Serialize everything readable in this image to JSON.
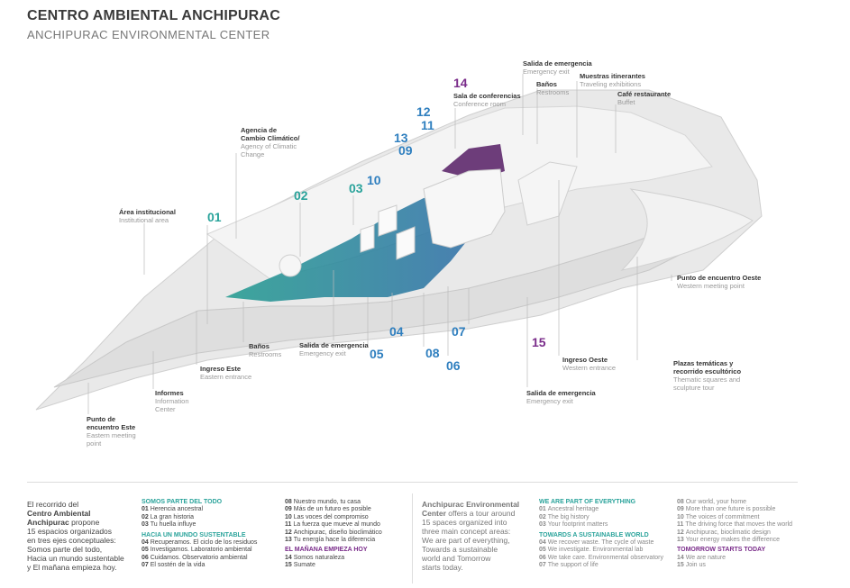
{
  "header": {
    "title": "CENTRO AMBIENTAL ANCHIPURAC",
    "subtitle": "ANCHIPURAC ENVIRONMENTAL CENTER"
  },
  "colors": {
    "teal": "#2aa39b",
    "blue": "#2f7fbf",
    "purple": "#7a2c8a"
  },
  "labels": {
    "emergency_top": {
      "es": "Salida de emergencia",
      "en": "Emergency exit"
    },
    "conference": {
      "es": "Sala de conferencias",
      "en": "Conference room"
    },
    "restrooms_top": {
      "es": "Baños",
      "en": "Restrooms"
    },
    "exhibitions": {
      "es": "Muestras itinerantes",
      "en": "Traveling exhibitions"
    },
    "cafe": {
      "es": "Café restaurante",
      "en": "Buffet"
    },
    "climate": {
      "es1": "Agencia de",
      "es2": "Cambio Climático/",
      "en1": "Agency of Climatic",
      "en2": "Change"
    },
    "institutional": {
      "es": "Área institucional",
      "en": "Institutional area"
    },
    "west_meeting": {
      "es": "Punto de encuentro Oeste",
      "en": "Western meeting point"
    },
    "restrooms_bottom": {
      "es": "Baños",
      "en": "Restrooms"
    },
    "emergency_mid": {
      "es": "Salida de emergencia",
      "en": "Emergency exit"
    },
    "east_entrance": {
      "es": "Ingreso Este",
      "en": "Eastern entrance"
    },
    "info": {
      "es": "Informes",
      "en1": "Information",
      "en2": "Center"
    },
    "east_meeting": {
      "es1": "Punto de",
      "es2": "encuentro Este",
      "en1": "Eastern meeting",
      "en2": "point"
    },
    "west_entrance": {
      "es": "Ingreso Oeste",
      "en": "Western entrance"
    },
    "emergency_bottom": {
      "es": "Salida de emergencia",
      "en": "Emergency exit"
    },
    "plazas": {
      "es1": "Plazas temáticas y",
      "es2": "recorrido escultórico",
      "en1": "Thematic squares and",
      "en2": "sculpture tour"
    }
  },
  "numbers": {
    "n01": "01",
    "n02": "02",
    "n03": "03",
    "n04": "04",
    "n05": "05",
    "n06": "06",
    "n07": "07",
    "n08": "08",
    "n09": "09",
    "n10": "10",
    "n11": "11",
    "n12": "12",
    "n13": "13",
    "n14": "14",
    "n15": "15"
  },
  "legend_es": {
    "intro": {
      "l1": "El recorrido del",
      "l2": "Centro Ambiental",
      "l3b": "Anchipurac",
      "l3": " propone",
      "l4": "15 espacios organizados",
      "l5": "en tres ejes conceptuales:",
      "l6": "Somos parte del todo,",
      "l7": "Hacia un mundo sustentable",
      "l8": "y El mañana empieza hoy."
    },
    "group1": {
      "heading": "SOMOS PARTE DEL TODO",
      "items": [
        [
          "01",
          "Herencia ancestral"
        ],
        [
          "02",
          "La gran historia"
        ],
        [
          "03",
          "Tu huella influye"
        ]
      ]
    },
    "group2": {
      "heading": "HACIA UN MUNDO SUSTENTABLE",
      "items": [
        [
          "04",
          "Recuperamos. El ciclo de los residuos"
        ],
        [
          "05",
          "Investigamos. Laboratorio ambiental"
        ],
        [
          "06",
          "Cuidamos. Observatorio ambiental"
        ],
        [
          "07",
          "El sostén de la vida"
        ]
      ]
    },
    "group2b": {
      "items": [
        [
          "08",
          "Nuestro mundo, tu casa"
        ],
        [
          "09",
          "Más de un futuro es posible"
        ],
        [
          "10",
          "Las voces del compromiso"
        ],
        [
          "11",
          "La fuerza que mueve al mundo"
        ],
        [
          "12",
          "Anchipurac, diseño bioclimático"
        ],
        [
          "13",
          "Tu energía hace la diferencia"
        ]
      ]
    },
    "group3": {
      "heading": "EL MAÑANA EMPIEZA HOY",
      "items": [
        [
          "14",
          "Somos naturaleza"
        ],
        [
          "15",
          "Sumate"
        ]
      ]
    }
  },
  "legend_en": {
    "intro": {
      "l1": "Anchipurac Environmental",
      "l2b": "Center",
      "l2": " offers a tour around",
      "l3": "15 spaces organized into",
      "l4": "three main concept areas:",
      "l5": "We are part of everything,",
      "l6": "Towards a sustainable",
      "l7": "world and Tomorrow",
      "l8": "starts today."
    },
    "group1": {
      "heading": "WE ARE PART OF EVERYTHING",
      "items": [
        [
          "01",
          "Ancestral heritage"
        ],
        [
          "02",
          "The big history"
        ],
        [
          "03",
          "Your footprint matters"
        ]
      ]
    },
    "group2": {
      "heading": "TOWARDS A SUSTAINABLE WORLD",
      "items": [
        [
          "04",
          "We recover waste. The cycle of waste"
        ],
        [
          "05",
          "We investigate. Environmental lab"
        ],
        [
          "06",
          "We take care. Environmental observatory"
        ],
        [
          "07",
          "The support of life"
        ]
      ]
    },
    "group2b": {
      "items": [
        [
          "08",
          "Our world, your home"
        ],
        [
          "09",
          "More than one future is possible"
        ],
        [
          "10",
          "The voices of commitment"
        ],
        [
          "11",
          "The driving force that moves the world"
        ],
        [
          "12",
          "Anchipurac, bioclimatic design"
        ],
        [
          "13",
          "Your energy makes the difference"
        ]
      ]
    },
    "group3": {
      "heading": "TOMORROW STARTS TODAY",
      "items": [
        [
          "14",
          "We are nature"
        ],
        [
          "15",
          "Join us"
        ]
      ]
    }
  }
}
